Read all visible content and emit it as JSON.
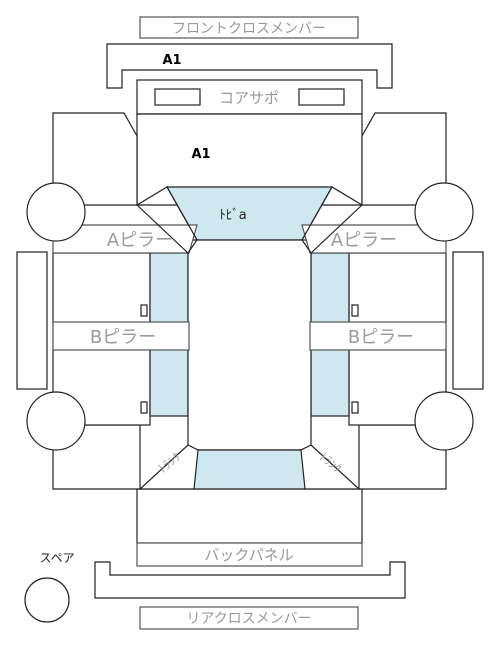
{
  "labels": {
    "front_cross_member": "フロントクロスメンバー",
    "core_support": "コアサポ",
    "a_pillar": "Aピラー",
    "b_pillar": "Bピラー",
    "roof_code": "ﾄﾋﾞa",
    "back_panel": "バックパネル",
    "rear_cross_member": "リアクロスメンバー",
    "spare": "スペア",
    "trunk": "ﾄﾗﾝｸ"
  },
  "damage_codes": {
    "front_cross_member_code": "A1",
    "core_support_code": "A1"
  },
  "colors": {
    "glass": "#cfe7ef",
    "outline": "#222222",
    "label_gray": "#9a9a9a"
  }
}
